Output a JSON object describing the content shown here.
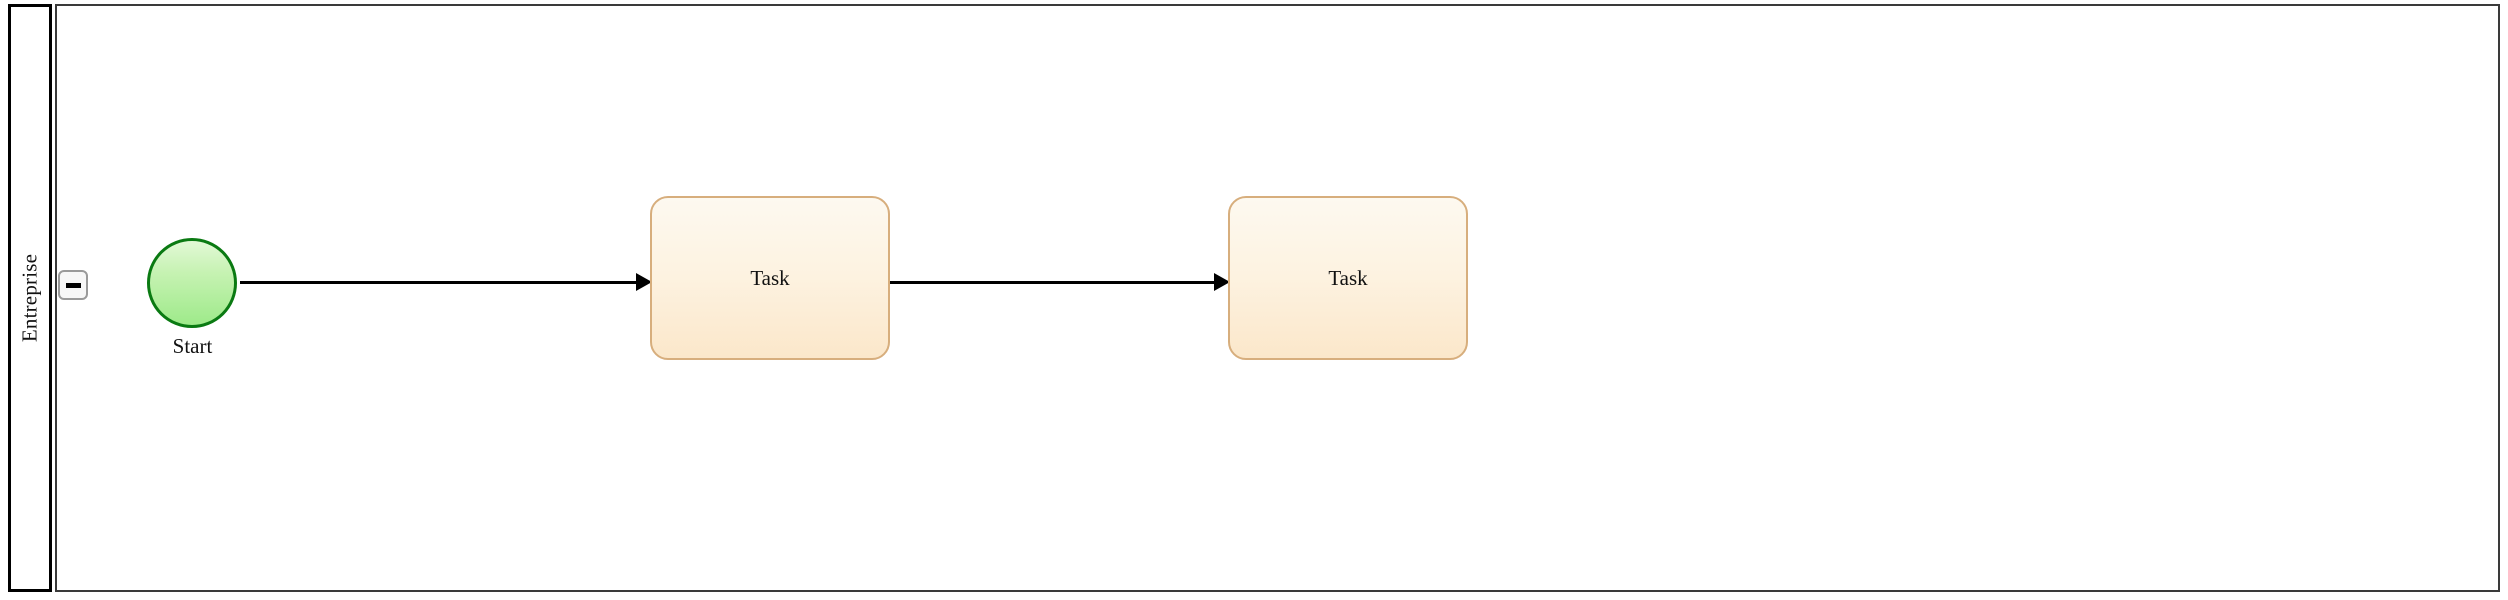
{
  "diagram": {
    "type": "bpmn-process",
    "title": "Entreprise",
    "background_color": "#ffffff"
  },
  "pool": {
    "name": "Entreprise",
    "label_orientation": "vertical-rotated-90",
    "border_color": "#000000",
    "lane_border_color": "#3a3a3a",
    "collapse_button": {
      "name": "collapse",
      "icon": "minus-icon",
      "state": "expanded",
      "border_color": "#9a9a9a",
      "fill_color": "#f7f7f7"
    }
  },
  "nodes": [
    {
      "id": "start-event",
      "type": "start-event",
      "shape": "circle",
      "label": "Start",
      "label_position": "below",
      "fill_top": "#e2f9d6",
      "fill_bottom": "#9eea8a",
      "stroke": "#0a7a12"
    },
    {
      "id": "task-1",
      "type": "task",
      "shape": "rounded-rectangle",
      "label": "Task",
      "label_position": "center",
      "fill_top": "#fdf9f0",
      "fill_bottom": "#fbe7ca",
      "stroke": "#d7ae7d"
    },
    {
      "id": "task-2",
      "type": "task",
      "shape": "rounded-rectangle",
      "label": "Task",
      "label_position": "center",
      "fill_top": "#fdf9f0",
      "fill_bottom": "#fbe7ca",
      "stroke": "#d7ae7d"
    }
  ],
  "flows": [
    {
      "id": "flow-1",
      "type": "sequence-flow",
      "from": "start-event",
      "to": "task-1",
      "label": "",
      "stroke": "#000000",
      "arrowhead": "filled-triangle"
    },
    {
      "id": "flow-2",
      "type": "sequence-flow",
      "from": "task-1",
      "to": "task-2",
      "label": "",
      "stroke": "#000000",
      "arrowhead": "filled-triangle"
    }
  ]
}
